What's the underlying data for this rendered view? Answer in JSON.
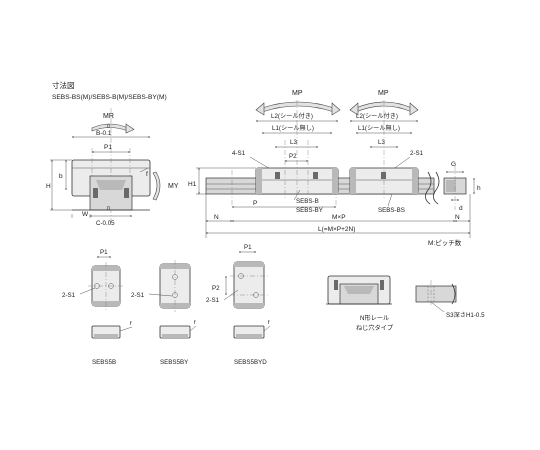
{
  "heading": {
    "title": "寸法図",
    "models": "SEBS-BS(M)/SEBS-B(M)/SEBS-BY(M)"
  },
  "front_view": {
    "mr": "MR",
    "b_tol": "B-0.1",
    "b_tol_upper": "0",
    "p1": "P1",
    "h": "H",
    "b": "b",
    "f": "f",
    "my": "MY",
    "w": "W",
    "c_tol": "C-0.05",
    "c_tol_upper": "0"
  },
  "side_view": {
    "mp_left": "MP",
    "mp_right": "MP",
    "l2_left": "L2(シール付き)",
    "l1_left": "L1(シール無し)",
    "l2_right": "L2(シール付き)",
    "l1_right": "L1(シール無し)",
    "l3_left": "L3",
    "l3_right": "L3",
    "holes_4": "4-S1",
    "holes_2": "2-S1",
    "p2": "P2",
    "h1": "H1",
    "g": "G",
    "h_small": "h",
    "d": "d",
    "label_b": "SEBS-B",
    "label_by": "SEBS-BY",
    "label_bs": "SEBS-BS",
    "p": "P",
    "n": "N",
    "n_right": "N",
    "mxp": "M×P",
    "total": "L(=M×P+2N)",
    "pitch_note": "M:ピッチ数"
  },
  "variants": [
    {
      "name": "SEBS5B",
      "p1": "P1",
      "holes": "2-S1",
      "p2": "",
      "f": "f"
    },
    {
      "name": "SEBS5BY",
      "p1": "",
      "holes": "2-S1",
      "p2": "",
      "f": "f"
    },
    {
      "name": "SEBS5BYD",
      "p1": "P1",
      "holes": "2-S1",
      "p2": "P2",
      "f": "f"
    }
  ],
  "rail_option": {
    "line1": "N形レール",
    "line2": "ねじ穴タイプ",
    "depth": "S3深さH1-0.5"
  }
}
